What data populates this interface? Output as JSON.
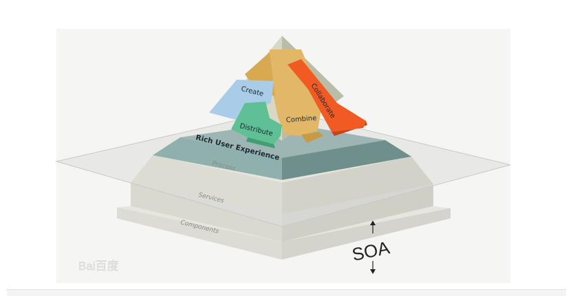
{
  "diagram": {
    "layers": {
      "components": "Components",
      "services": "Services",
      "process": "Process",
      "rich_user_experience": "Rich User Experience"
    },
    "blocks": {
      "create": "Create",
      "distribute": "Distribute",
      "combine": "Combine",
      "collaborate": "Collaborate"
    },
    "soa": "SOA",
    "watermark": "Bai百度"
  },
  "colors": {
    "create": "#a9cde9",
    "distribute": "#5fbf95",
    "combine": "#e2b868",
    "collaborate": "#f15a22",
    "rich_user_experience": "#8eaaa8",
    "plane": "#dcdcdc"
  }
}
